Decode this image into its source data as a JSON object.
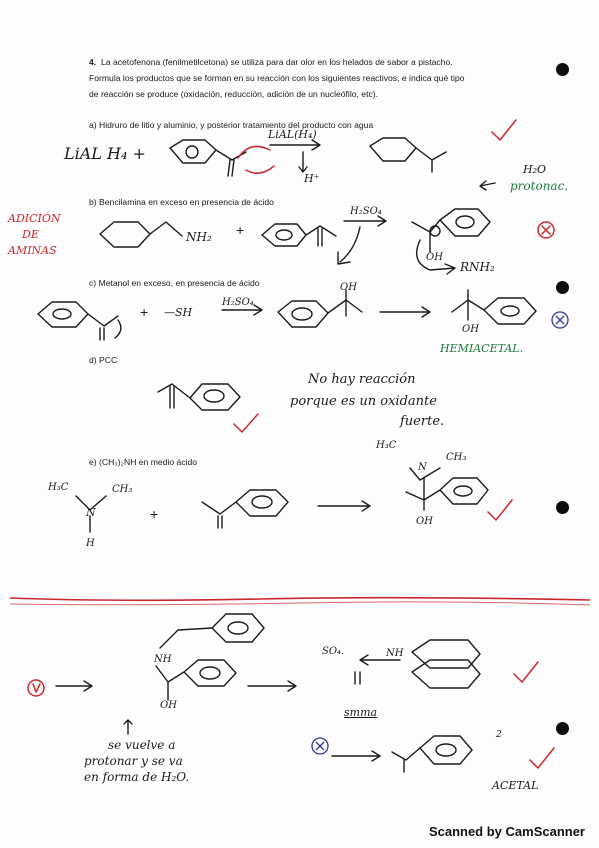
{
  "question": {
    "number": "4.",
    "line1": "La acetofenona (fenilmetilcetona) se utiliza para dar olor en los helados de sabor a pistacho.",
    "line2": "Formula los productos que se forman en su reacción con los siguientes reactivos, e indica qué tipo",
    "line3": "de reacción se produce (oxidación, reducción, adición de un nucleófilo, etc)."
  },
  "parts": {
    "a": "a) Hidruro de litio y aluminio, y posterior tratamiento del producto con agua",
    "b": "b) Bencilamina en exceso en presencia de ácido",
    "c": "c) Metanol en exceso, en presencia de ácido",
    "d": "d) PCC",
    "e": "e) (CH₃)₂NH en medio ácido"
  },
  "handwriting": {
    "lialh4": "LiAL H₄ +",
    "lialh4_arrow": "LiAL(H₄)",
    "hplus": "H⁺",
    "h2o": "H₂O",
    "protonac": "protonac.",
    "adicion_1": "ADICIÓN",
    "adicion_2": "DE",
    "adicion_3": "AMINAS",
    "nh2": "NH₂",
    "h2so4_b": "H₂SO₄",
    "rnh2": "RNH₂",
    "oh_b": "OH",
    "sh": "—SH",
    "h2so4_c": "H₂SO₄",
    "oh_c": "OH",
    "oh_c2": "OH",
    "hemiacetal": "HEMIACETAL.",
    "no_hay_1": "No hay reacción",
    "no_hay_2": "porque es un oxidante",
    "no_hay_3": "fuerte.",
    "h3c_e": "H₃C",
    "ch3_e": "CH₃",
    "n_e": "N",
    "h_e": "H",
    "h3c_e2": "H₃C",
    "ch3_e2": "CH₃",
    "n_e2": "N",
    "oh_e": "OH",
    "nh_f": "NH",
    "oh_f": "OH",
    "so4_f": "SO₄.",
    "nh_f2": "NH",
    "smma": "smma",
    "note_1": "se vuelve a",
    "note_2": "protonar y se va",
    "note_3": "en forma de H₂O.",
    "acetal": "ACETAL",
    "two": "2"
  },
  "footer": "Scanned by CamScanner",
  "colors": {
    "ink": "#1b1b1b",
    "red": "#c8282c",
    "green": "#1f7a3a"
  }
}
